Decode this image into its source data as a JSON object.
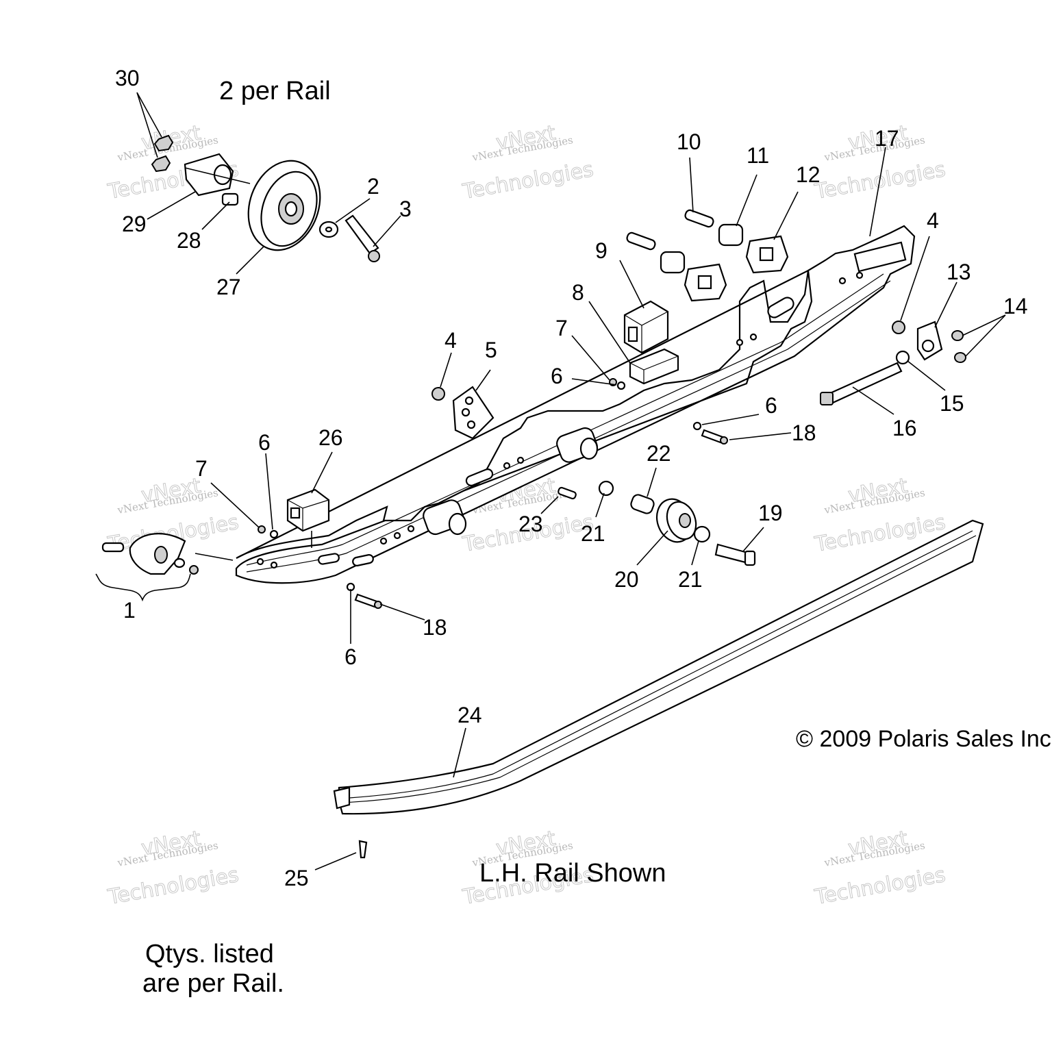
{
  "notes": {
    "per_rail_heading": "2 per Rail",
    "rail_shown": "L.H. Rail Shown",
    "qty_line_1": "Qtys. listed",
    "qty_line_2": "are per Rail.",
    "copyright": "© 2009 Polaris Sales Inc"
  },
  "watermark": {
    "line_1": "vNext Technologies",
    "line_2": "vNext",
    "line_3": "Technologies"
  },
  "callouts": {
    "c1": "1",
    "c2": "2",
    "c3": "3",
    "c4a": "4",
    "c4b": "4",
    "c5": "5",
    "c6a": "6",
    "c6b": "6",
    "c6c": "6",
    "c6d": "6",
    "c7a": "7",
    "c7b": "7",
    "c8": "8",
    "c9": "9",
    "c10": "10",
    "c11": "11",
    "c12": "12",
    "c13": "13",
    "c14": "14",
    "c15": "15",
    "c16": "16",
    "c17": "17",
    "c18a": "18",
    "c18b": "18",
    "c19": "19",
    "c20": "20",
    "c21a": "21",
    "c21b": "21",
    "c22": "22",
    "c23": "23",
    "c24": "24",
    "c25": "25",
    "c26": "26",
    "c27": "27",
    "c28": "28",
    "c29": "29",
    "c30": "30"
  }
}
